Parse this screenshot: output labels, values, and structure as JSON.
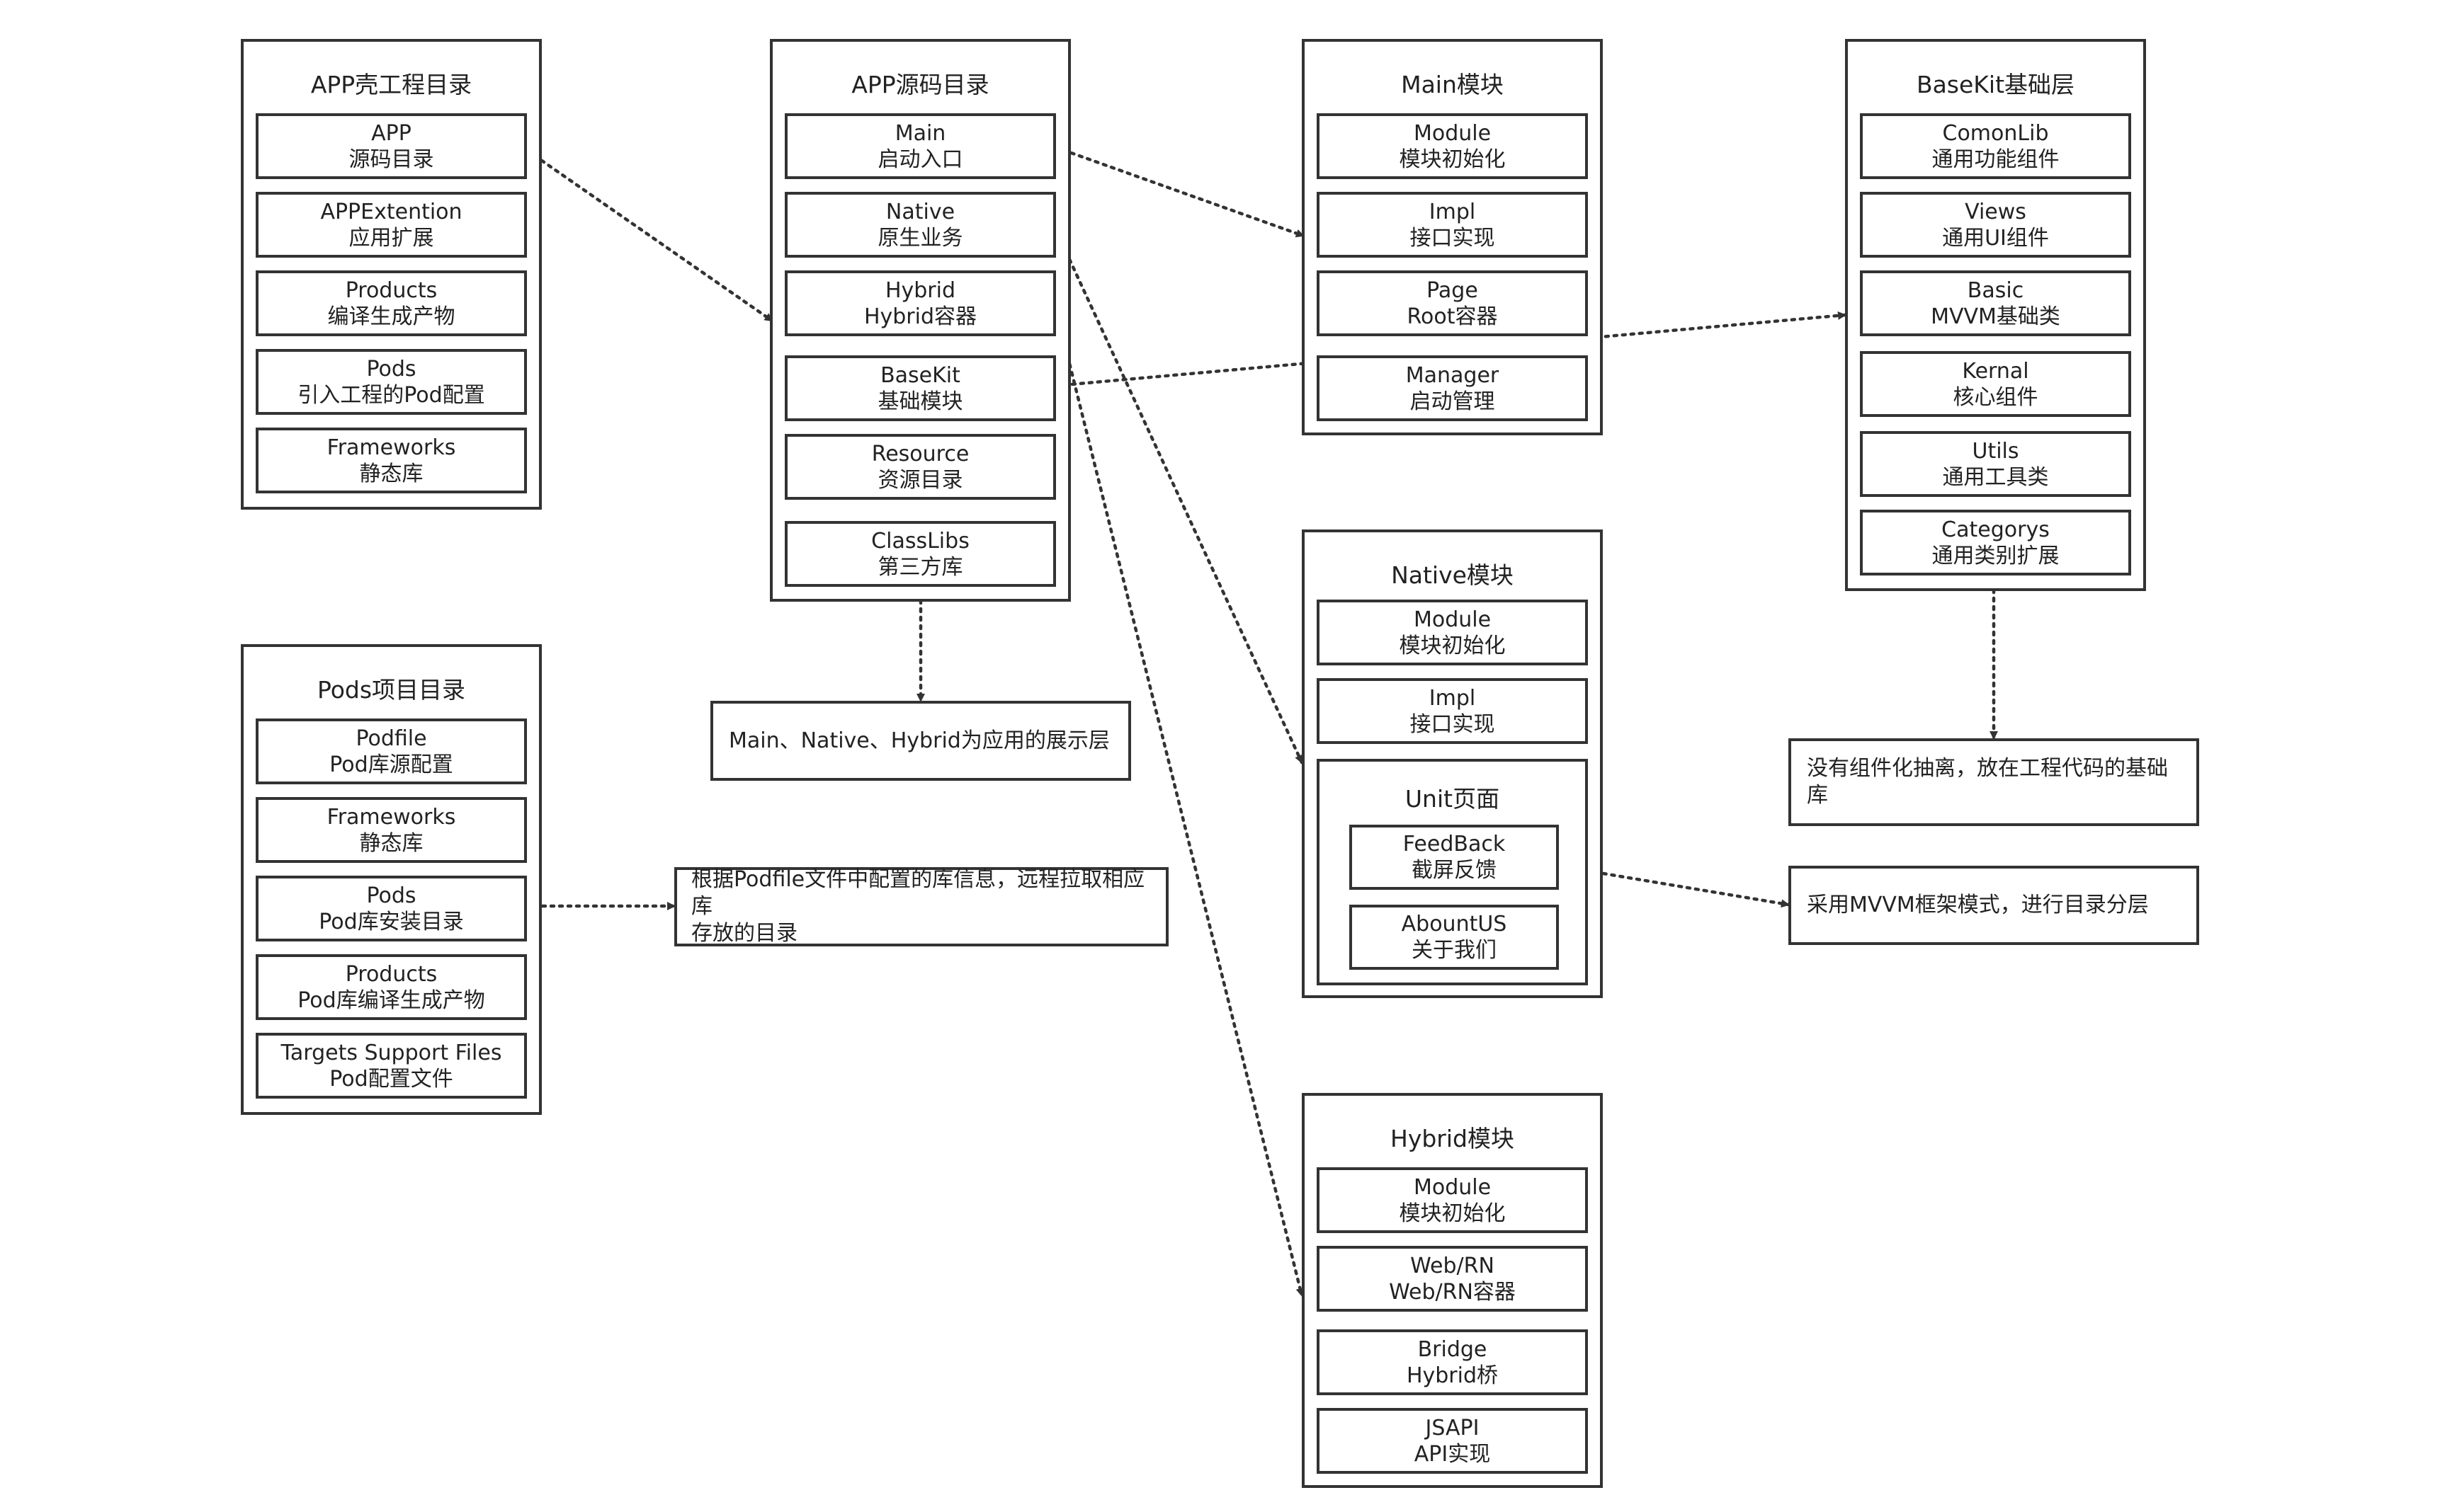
{
  "containers": {
    "app_shell": {
      "title": "APP壳工程目录",
      "items": [
        {
          "l1": "APP",
          "l2": "源码目录"
        },
        {
          "l1": "APPExtention",
          "l2": "应用扩展"
        },
        {
          "l1": "Products",
          "l2": "编译生成产物"
        },
        {
          "l1": "Pods",
          "l2": "引入工程的Pod配置"
        },
        {
          "l1": "Frameworks",
          "l2": "静态库"
        }
      ]
    },
    "app_source": {
      "title": "APP源码目录",
      "items": [
        {
          "l1": "Main",
          "l2": "启动入口"
        },
        {
          "l1": "Native",
          "l2": "原生业务"
        },
        {
          "l1": "Hybrid",
          "l2": "Hybrid容器"
        },
        {
          "l1": "BaseKit",
          "l2": "基础模块"
        },
        {
          "l1": "Resource",
          "l2": "资源目录"
        },
        {
          "l1": "ClassLibs",
          "l2": "第三方库"
        }
      ]
    },
    "main_module": {
      "title": "Main模块",
      "items": [
        {
          "l1": "Module",
          "l2": "模块初始化"
        },
        {
          "l1": "Impl",
          "l2": "接口实现"
        },
        {
          "l1": "Page",
          "l2": "Root容器"
        },
        {
          "l1": "Manager",
          "l2": "启动管理"
        }
      ]
    },
    "basekit": {
      "title": "BaseKit基础层",
      "items": [
        {
          "l1": "ComonLib",
          "l2": "通用功能组件"
        },
        {
          "l1": "Views",
          "l2": "通用UI组件"
        },
        {
          "l1": "Basic",
          "l2": "MVVM基础类"
        },
        {
          "l1": "Kernal",
          "l2": "核心组件"
        },
        {
          "l1": "Utils",
          "l2": "通用工具类"
        },
        {
          "l1": "Categorys",
          "l2": "通用类别扩展"
        }
      ]
    },
    "pods": {
      "title": "Pods项目目录",
      "items": [
        {
          "l1": "Podfile",
          "l2": "Pod库源配置"
        },
        {
          "l1": "Frameworks",
          "l2": "静态库"
        },
        {
          "l1": "Pods",
          "l2": "Pod库安装目录"
        },
        {
          "l1": "Products",
          "l2": "Pod库编译生成产物"
        },
        {
          "l1": "Targets Support Files",
          "l2": "Pod配置文件"
        }
      ]
    },
    "native_module": {
      "title": "Native模块",
      "items": [
        {
          "l1": "Module",
          "l2": "模块初始化"
        },
        {
          "l1": "Impl",
          "l2": "接口实现"
        }
      ],
      "unit": {
        "title": "Unit页面",
        "items": [
          {
            "l1": "FeedBack",
            "l2": "截屏反馈"
          },
          {
            "l1": "AbountUS",
            "l2": "关于我们"
          }
        ]
      }
    },
    "hybrid_module": {
      "title": "Hybrid模块",
      "items": [
        {
          "l1": "Module",
          "l2": "模块初始化"
        },
        {
          "l1": "Web/RN",
          "l2": "Web/RN容器"
        },
        {
          "l1": "Bridge",
          "l2": "Hybrid桥"
        },
        {
          "l1": "JSAPI",
          "l2": "API实现"
        }
      ]
    }
  },
  "notes": {
    "display_layer": "Main、Native、Hybrid为应用的展示层",
    "pods_remote_line1": "根据Podfile文件中配置的库信息，远程拉取相应库",
    "pods_remote_line2": "存放的目录",
    "basekit_note": "没有组件化抽离，放在工程代码的基础库",
    "mvvm_note": "采用MVVM框架模式，进行目录分层"
  }
}
